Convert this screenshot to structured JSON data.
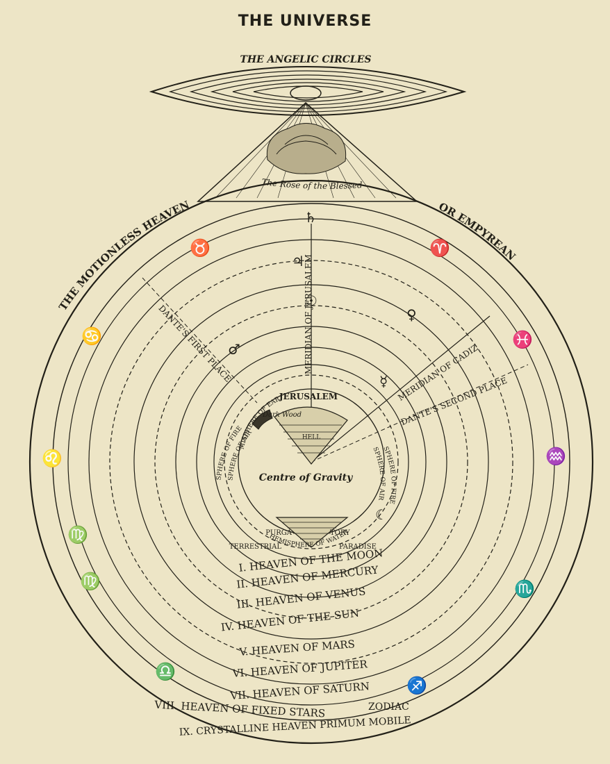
{
  "title": "THE UNIVERSE",
  "angelic_circles": "THE ANGELIC CIRCLES",
  "rose": "The Rose of the Blessed",
  "empyrean_left": "THE MOTIONLESS HEAVEN",
  "empyrean_right": "OR EMPYREAN",
  "meridian_jerusalem": "MERIDIAN OF JERUSALEM",
  "meridian_cadiz": "MERIDIAN OF CADIZ",
  "dante_first": "DANTE'S FIRST PLACE",
  "dante_second": "DANTE'S SECOND PLACE",
  "jerusalem": "JERUSALEM",
  "dark_wood": "Dark Wood",
  "hell": "HELL",
  "centre": "Centre of Gravity",
  "purgatory_left": "PURGA",
  "purgatory_right": "TORY",
  "terrestrial": "TERRESTRIAL",
  "paradise": "PARADISE",
  "sphere_of_fire_left": "SPHERE OF FIRE",
  "sphere_of_air_left": "SPHERE OF AIR",
  "sphere_of_fire_right": "SPHERE OF FIRE",
  "sphere_of_air_right": "SPHERE OF AIR",
  "hemisphere_earth": "HEMISPHERE OF EARTH",
  "hemisphere_water": "HEMISPHERE OF WATER",
  "zodiac": "ZODIAC",
  "heavens": [
    "I. HEAVEN OF THE MOON",
    "II. HEAVEN OF MERCURY",
    "III. HEAVEN OF VENUS",
    "IV. HEAVEN OF THE SUN",
    "V. HEAVEN OF MARS",
    "VI. HEAVEN OF JUPITER",
    "VII. HEAVEN OF SATURN",
    "VIII. HEAVEN OF FIXED STARS",
    "IX. CRYSTALLINE HEAVEN PRIMUM MOBILE"
  ],
  "planet_symbols": {
    "moon": "☾",
    "mercury": "☿",
    "venus": "♀",
    "sun": "☉",
    "mars": "♂",
    "jupiter": "♃",
    "saturn": "♄"
  },
  "zodiac_symbols": [
    "♌",
    "♋",
    "♊",
    "♉",
    "♈",
    "♓",
    "♒",
    "♑",
    "♐",
    "♏",
    "♎",
    "♍"
  ],
  "colors": {
    "paper": "#ede5c6",
    "ink": "#222018"
  }
}
